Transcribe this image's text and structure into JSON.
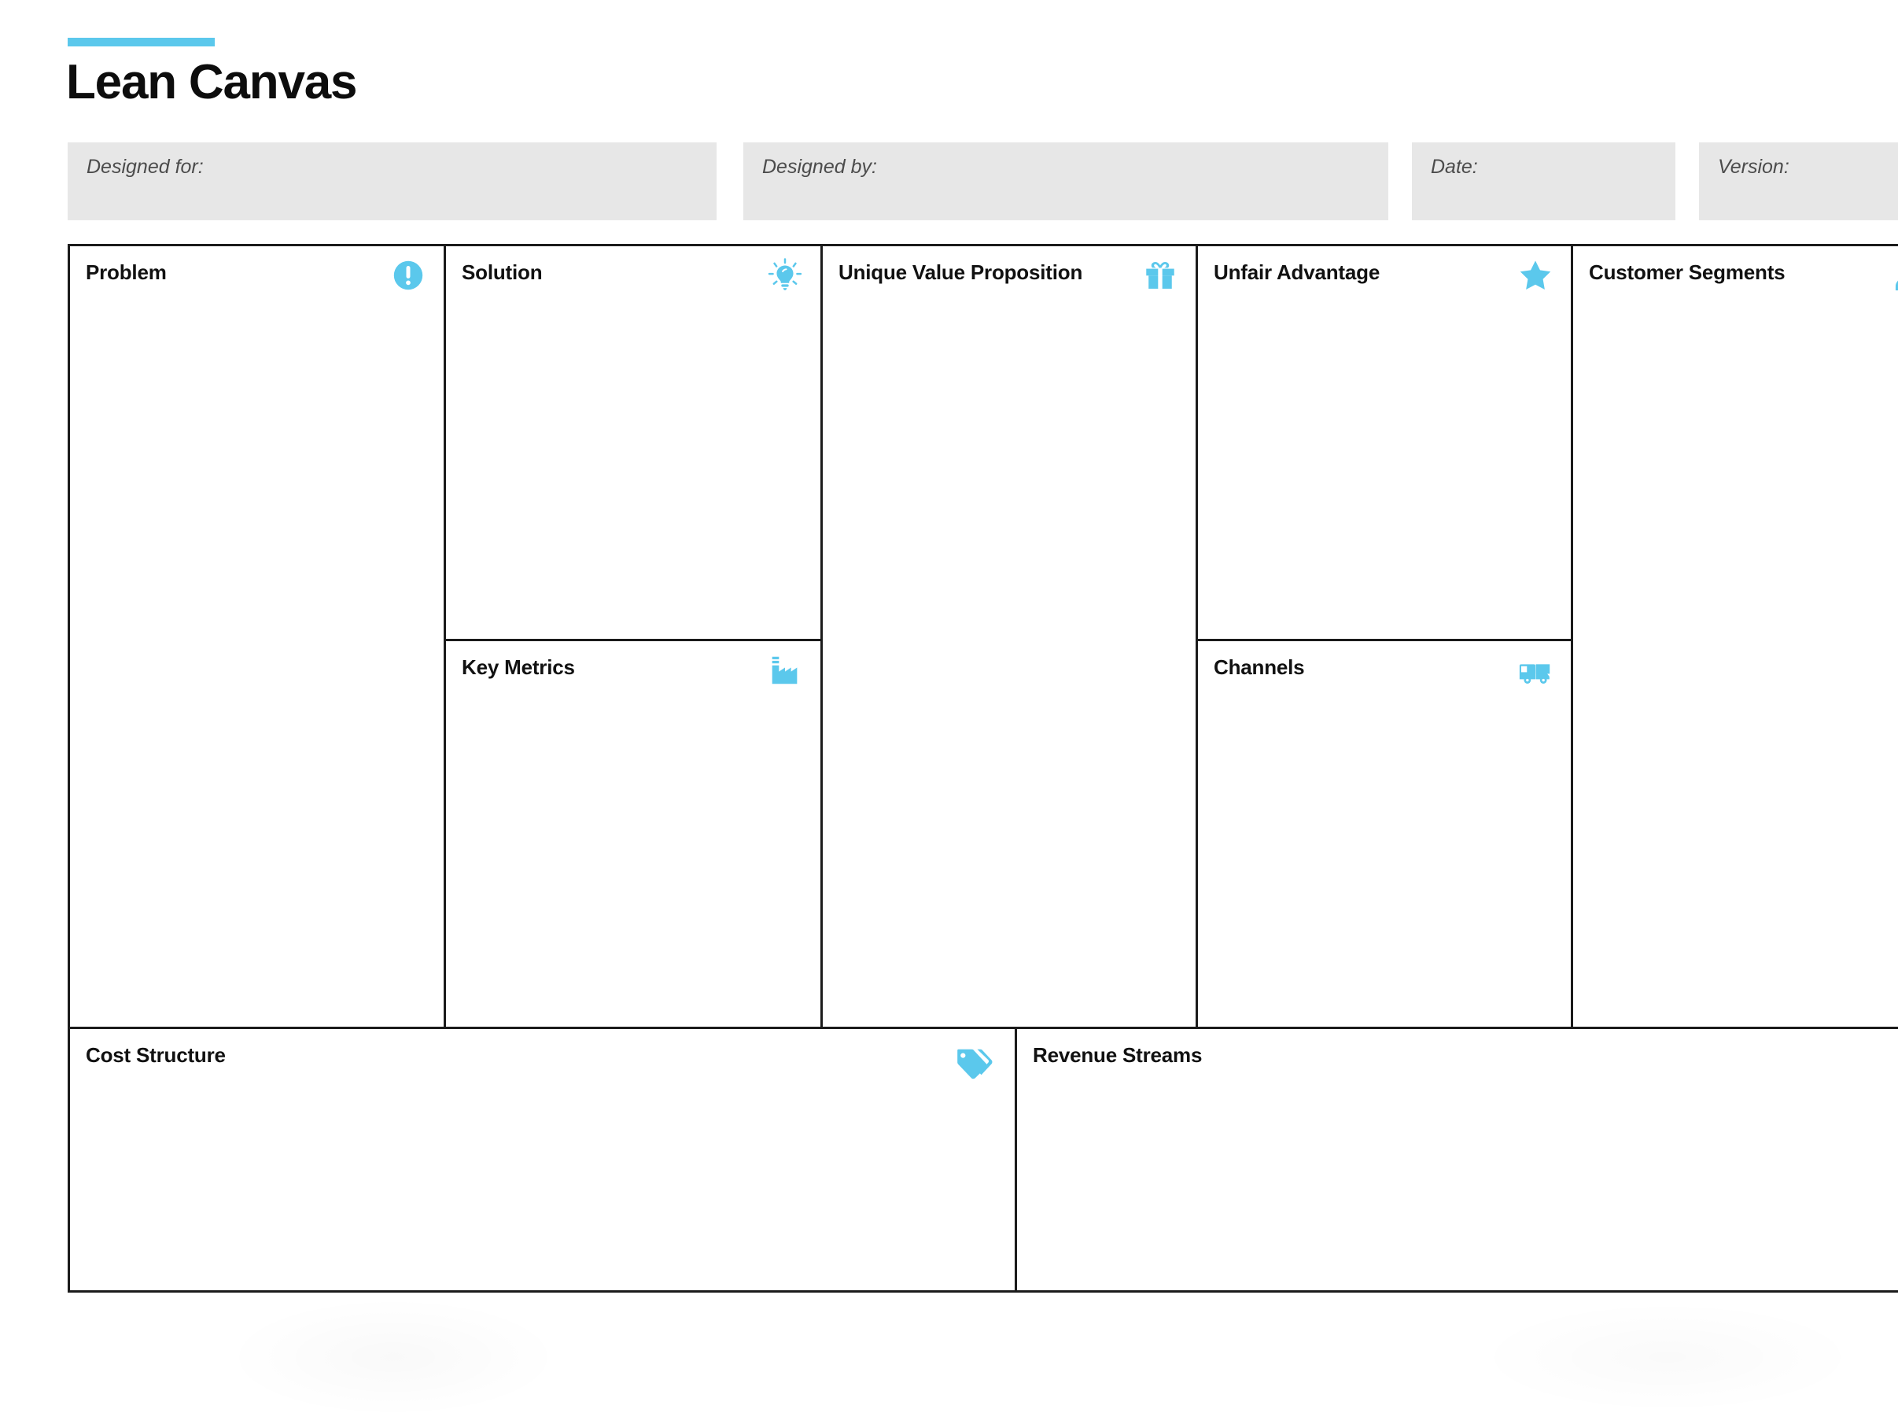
{
  "document": {
    "title": "Lean Canvas",
    "accent_color": "#5BC8EC",
    "border_color": "#1b1b1b",
    "field_background": "#e7e7e7"
  },
  "meta_fields": [
    {
      "label": "Designed for:",
      "value": "",
      "name": "designed-for"
    },
    {
      "label": "Designed by:",
      "value": "",
      "name": "designed-by"
    },
    {
      "label": "Date:",
      "value": "",
      "name": "date"
    },
    {
      "label": "Version:",
      "value": "",
      "name": "version"
    }
  ],
  "canvas": {
    "blocks": [
      {
        "key": "problem",
        "title": "Problem",
        "icon": "exclamation-circle-icon",
        "content": ""
      },
      {
        "key": "solution",
        "title": "Solution",
        "icon": "lightbulb-icon",
        "content": ""
      },
      {
        "key": "metrics",
        "title": "Key Metrics",
        "icon": "factory-icon",
        "content": ""
      },
      {
        "key": "uvp",
        "title": "Unique Value Proposition",
        "icon": "gift-icon",
        "content": ""
      },
      {
        "key": "unfair",
        "title": "Unfair Advantage",
        "icon": "star-icon",
        "content": ""
      },
      {
        "key": "channels",
        "title": "Channels",
        "icon": "delivery-truck-icon",
        "content": ""
      },
      {
        "key": "segments",
        "title": "Customer Segments",
        "icon": "people-icon",
        "content": ""
      },
      {
        "key": "cost",
        "title": "Cost Structure",
        "icon": "price-tag-icon",
        "content": ""
      },
      {
        "key": "revenue",
        "title": "Revenue Streams",
        "icon": "coin-icon",
        "content": ""
      }
    ]
  }
}
